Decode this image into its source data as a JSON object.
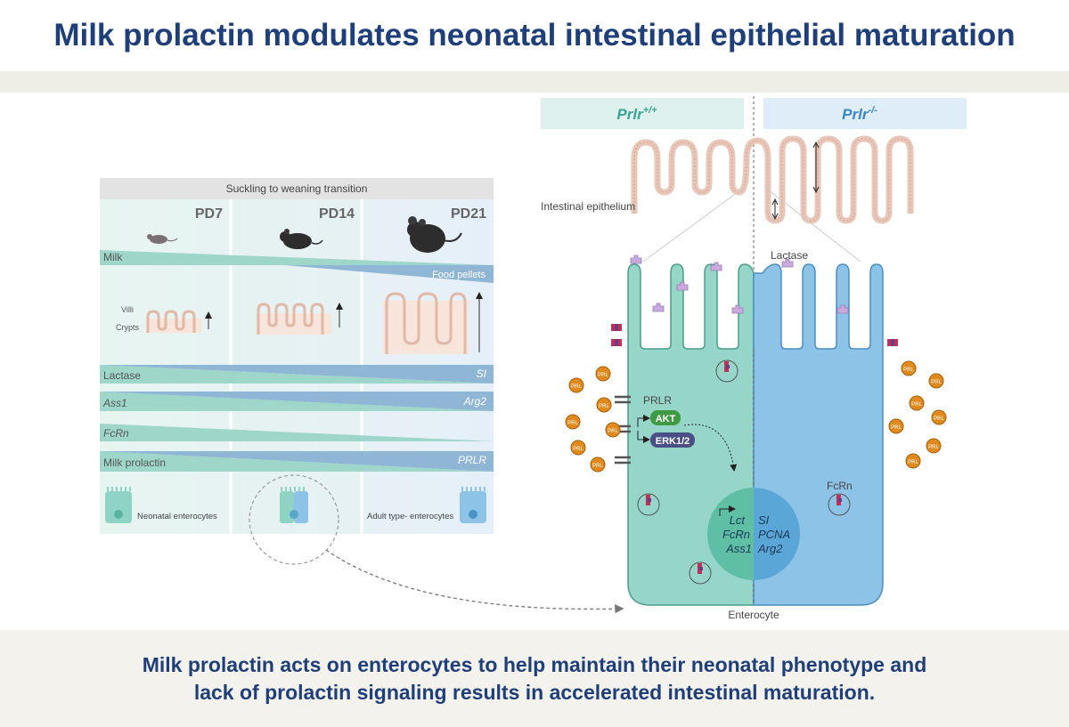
{
  "title": "Milk prolactin modulates neonatal intestinal epithelial maturation",
  "conclusion_line1": "Milk prolactin acts on enterocytes to help maintain their neonatal phenotype and",
  "conclusion_line2": "lack of prolactin signaling results in accelerated intestinal maturation.",
  "left_panel": {
    "header": "Suckling to weaning transition",
    "ages": [
      "PD7",
      "PD14",
      "PD21"
    ],
    "milk": "Milk",
    "food": "Food pellets",
    "villi": "Villi",
    "crypts": "Crypts",
    "lactase": "Lactase",
    "si": "SI",
    "ass1": "Ass1",
    "arg2": "Arg2",
    "fcrn": "FcRn",
    "milk_prolactin": "Milk prolactin",
    "prlr": "PRLR",
    "neonatal_enterocytes": "Neonatal enterocytes",
    "adult_enterocytes": "Adult type- enterocytes"
  },
  "right_panel": {
    "genotype_wt_base": "Prlr",
    "genotype_wt_sup": "+/+",
    "genotype_ko_base": "Prlr",
    "genotype_ko_sup": "-/-",
    "intestinal_epithelium": "Intestinal epithelium",
    "lactase": "Lactase",
    "prlr": "PRLR",
    "akt": "AKT",
    "erk": "ERK1/2",
    "fcrn": "FcRn",
    "prl": "PRL",
    "enterocyte": "Enterocyte",
    "nucleus_left": [
      "Lct",
      "FcRn",
      "Ass1"
    ],
    "nucleus_right": [
      "SI",
      "PCNA",
      "Arg2"
    ]
  },
  "colors": {
    "title": "#1f3f7a",
    "teal": "#8fd3c4",
    "blue": "#8ec3e8",
    "prl": "#e08a1e",
    "akt": "#3f9a45",
    "erk": "#4a4f86"
  }
}
